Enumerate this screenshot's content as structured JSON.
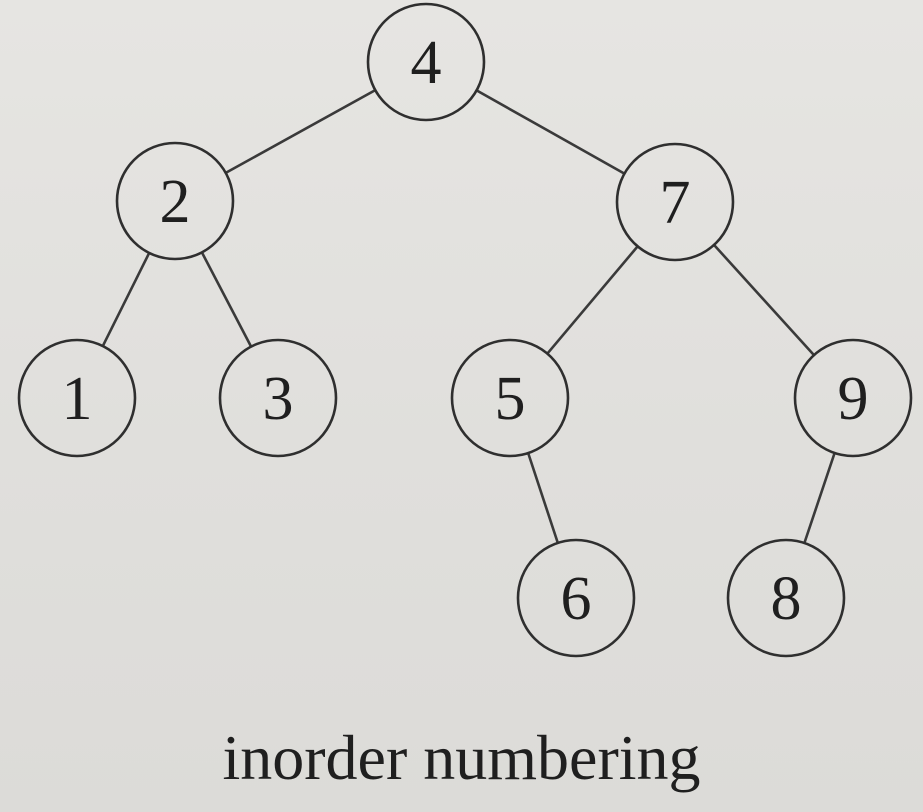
{
  "tree": {
    "nodes": [
      {
        "id": "n4",
        "label": "4"
      },
      {
        "id": "n2",
        "label": "2"
      },
      {
        "id": "n7",
        "label": "7"
      },
      {
        "id": "n1",
        "label": "1"
      },
      {
        "id": "n3",
        "label": "3"
      },
      {
        "id": "n5",
        "label": "5"
      },
      {
        "id": "n9",
        "label": "9"
      },
      {
        "id": "n6",
        "label": "6"
      },
      {
        "id": "n8",
        "label": "8"
      }
    ],
    "edges": [
      {
        "from": "n4",
        "to": "n2"
      },
      {
        "from": "n4",
        "to": "n7"
      },
      {
        "from": "n2",
        "to": "n1"
      },
      {
        "from": "n2",
        "to": "n3"
      },
      {
        "from": "n7",
        "to": "n5"
      },
      {
        "from": "n7",
        "to": "n9"
      },
      {
        "from": "n5",
        "to": "n6"
      },
      {
        "from": "n9",
        "to": "n8"
      }
    ]
  },
  "caption": "inorder numbering",
  "colors": {
    "background": "#e2e1de",
    "ink": "#1f1f1f"
  }
}
